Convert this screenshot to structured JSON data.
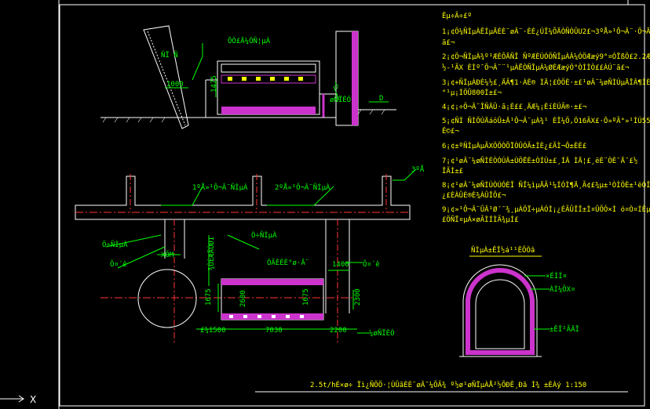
{
  "colors": {
    "background": "#000000",
    "frame": "#ffffff",
    "text": "#ffff00",
    "dimension": "#00ff00",
    "wall": "#cc33cc",
    "centerline": "#ff3333",
    "pipe": "#33ccff"
  },
  "section_a": {
    "wall_label": "ÑÏ Ñ",
    "box_label": "ÕÒ£Ä­¼ÓÑ¦µÀ",
    "dim_1000": "1000",
    "dim_1475": "1475",
    "right_label_1": "½",
    "right_label_2": "øÑÏÈÓ",
    "level_d": "D"
  },
  "notes": {
    "title": "Êµ÷Ã÷£º",
    "lines": [
      "1¡¢Ö¼ÑÌµÀÊÍµÄÉÈ¨øÂ¨·ÈÈ¿ÚÎ¼ÕÄÒÑÒÛU2£¬3ºÅ»¹Ô¬Â¨·Ö¬Ä",
      "ã£¬",
      "2¡¢Ö¬ÑÌµÀ¾º¹ÆÈÔÄÑÎ ÑºÆÈÚÓÕÑÎµÀÂ¼ÓÖÆæý9°¤ÓÏßÖ£2.2Æ",
      "½-¹ÃX ÈÌº¯Ö¬Â¨¨¹µÀËÒÑÎµÀ¼ØÈÆæýÓ°ÒÌÌÒ££ÀÚ¨ã£¬",
      "3¡¢+ÑÌµÀÐÈ¼½£¸ÄÃ¶1·ÀÈ® ÌÄ¦£ÒÖÈ·±£¹øÂ¨¼øÑÌÚµÄÎÂ¶ÌÈ",
      "°¹µ¡ÌÖÛ800Ì±£¬",
      "4¡¢¡÷Ö¬Â¨ÎÑÄÛ·ã¡È££¸ÄÆ¼¡ÈíÈÚÃ®·±£¬",
      "5¡¢ÑÌ ÑÌÖÚÄáöÛ±Â¹Ô¬Â¨µÀ¾¹ ÈÎ¼Ö,Ö16ÃX£·Ô»ºÃ°»¹ÍÚ55ÃX",
      "Ê©£¬",
      "6¡¢±ºÑÌµÀµÃXÖÖÒÕÏÒÛÓÃ±ÌÈ¿£ÃÌ¬Ô±ÈÈ£",
      "7¡¢¹øÂ¨¼øÑÌÈÒÓÚÂ±ÙÖ­ËÈ±ÒÍÙ±£¸ÍÂ ÌÄ¦£¸ëÈ¨ÒÈ¯Ä¯£½",
      "ÎÃÌ±£",
      "8¡¢¹øÂ¨¼øÑÌÚÒÚÓÈÎ ÑÎ¼ìµÄÃ¹¼Í­ÓÌ¶Ä¸Ã¢£¾µ±¹ÒÌÖÈ±¹ëÓÎ¼Ì",
      "¿£ÈÀÛÈ®È¾ÀÛÎÕ£¬",
      "9¡¢»¹Ô¬Â¨ÛÂ¹Ø´¯¾¸µÀÖÏ÷µÀÓÌ¡¿ÉÃÛÎÎ±Ì¤ÛÕÓ×Ì ó¤Ò¤ÍÊµÀ¾",
      "£ÖÑÏ¤µÀ×øÃÌÍÌÃ¾µÍ£"
    ]
  },
  "plan": {
    "label_1": "1ºÅ»¹Ô¬Â¨ÑÌµÀ",
    "label_2": "2ºÅ»¹Ô¬Â¨ÑÌµÀ",
    "label_3": "3ºÅ",
    "label_flue": "Ö÷ÑÌµÀ",
    "label_main": "Ò÷ÑÌµÀ",
    "label_center": "Õ¤´ê",
    "label_xlm": "XÕM",
    "label_grid": "ÓÃÈÉÈ°ø·Â¨",
    "label_right": "Õ¤´ê",
    "label_vertical": "¾ÙÈÆÄÚÐI",
    "label_bottom_right": "¼øÑÏÈÓ",
    "dim_1400": "1400",
    "dim_1675a": "1675",
    "dim_1675b": "1675",
    "dim_2600": "2600",
    "dim_2300": "2300",
    "dim_1500": "£¾1500",
    "dim_7030": "7030",
    "dim_2200": "2200"
  },
  "detail": {
    "title": "ÑÌµÀ±ÊÎ½á¹¹ÊÕÒâ",
    "label_1": "×ÉÌÍ¤",
    "label_2": "ÀÍ¼ÔX¤",
    "label_3": "±ÊÎ²ÃÄÏ"
  },
  "bottom_title": "2.5t/hÉ×ø÷ Ïì¿ÑÕÖ·¦ÙÛãÈÈ¨øÂ¯¼ÕÃ¾ º½ø¹øÑÏµÀÅ²½ÕÐÊ¸Ðã Í¾  ±ÈÀý 1:150",
  "ucs": {
    "axis_x": "X"
  }
}
